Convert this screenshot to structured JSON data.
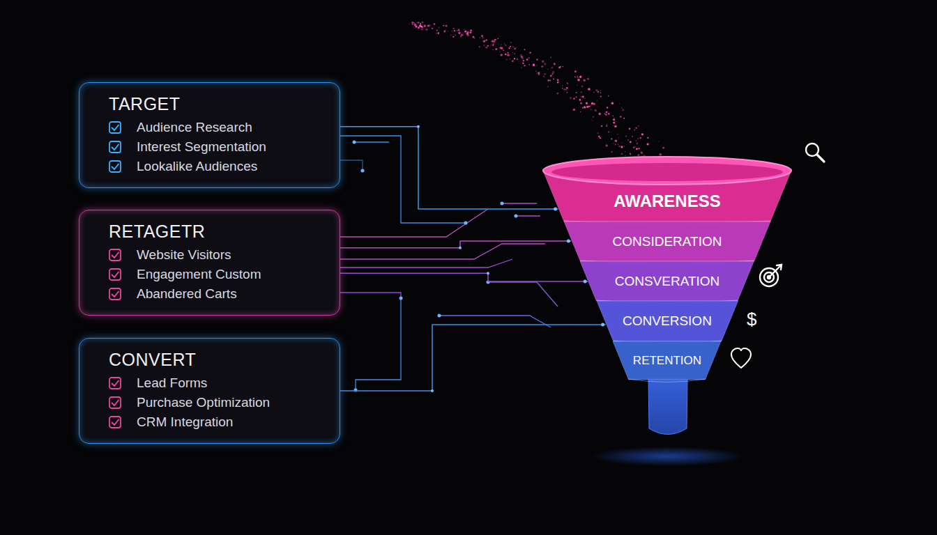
{
  "diagram": {
    "nodes": [
      {
        "text": [
          "TARGET",
          "Audience Research",
          "Interest Segmentation",
          "Lookalike Audiences"
        ]
      },
      {
        "text": [
          "RETAGETR",
          "Website Visitors",
          "Engagement Custom",
          "Abandered Carts"
        ]
      },
      {
        "text": [
          "CONVERT",
          "Lead Forms",
          "Purchase Optimization",
          "CRM Integration"
        ]
      },
      {
        "text": [
          "AWARENESS"
        ]
      },
      {
        "text": [
          "CONSIDERATION"
        ]
      },
      {
        "text": [
          "CONSVERATION"
        ]
      },
      {
        "text": [
          "CONVERSION"
        ]
      },
      {
        "text": [
          "RETENTION"
        ]
      }
    ],
    "edges": [
      {
        "from": 0,
        "to": 3,
        "arrow": "none"
      },
      {
        "from": 1,
        "to": 4,
        "arrow": "none"
      },
      {
        "from": 1,
        "to": 5,
        "arrow": "none"
      },
      {
        "from": 2,
        "to": 6,
        "arrow": "none"
      }
    ],
    "labels": [
      "$"
    ]
  }
}
